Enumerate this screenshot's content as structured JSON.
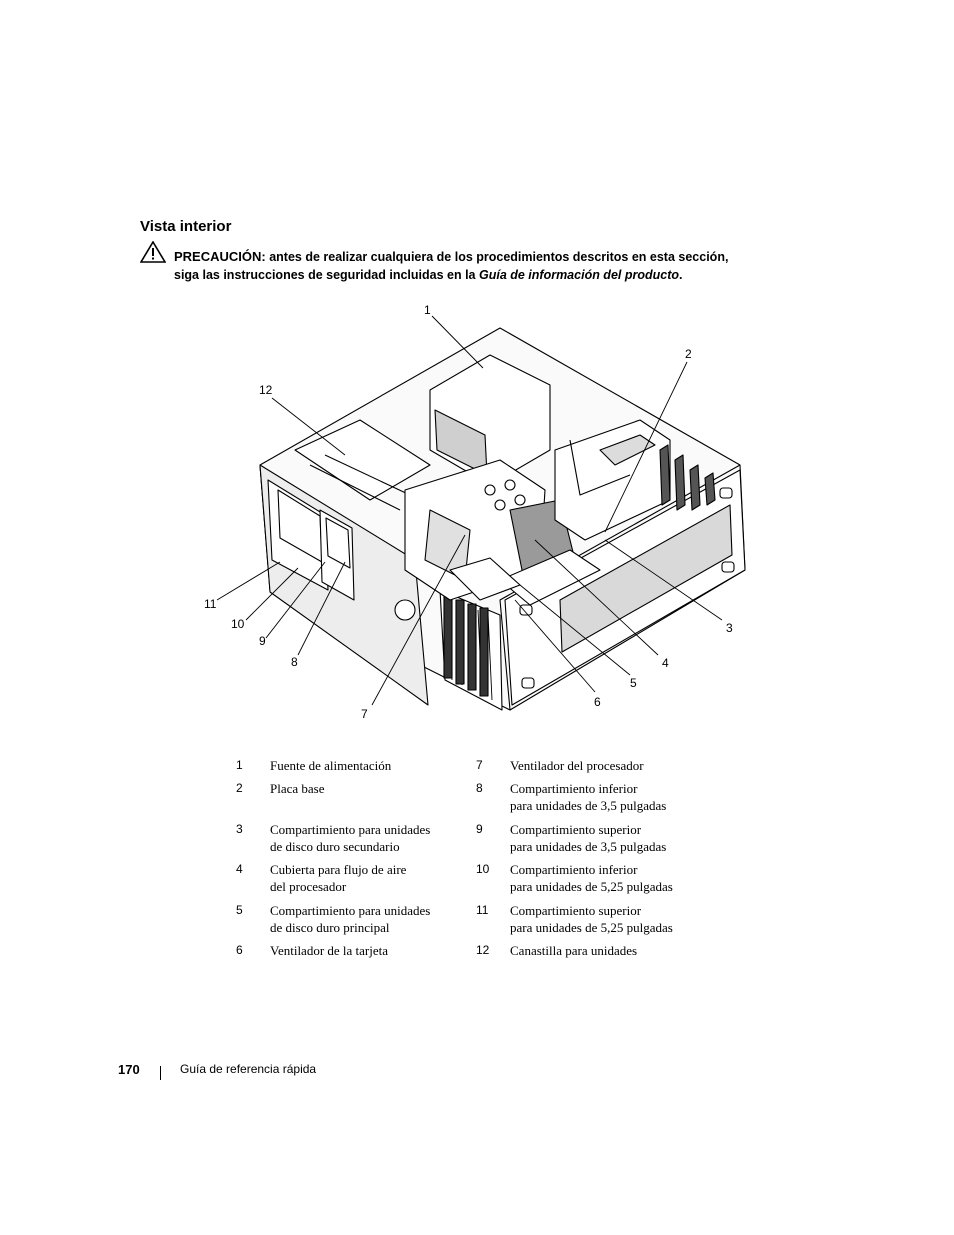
{
  "section_title": "Vista interior",
  "caution": {
    "label": "PRECAUCIÓN:",
    "text_line1": "antes de realizar cualquiera de los procedimientos descritos en esta sección,",
    "text_line2": "siga las instrucciones de seguridad incluidas en la",
    "reference": "Guía de información del producto",
    "end": ".",
    "icon": "warning-triangle-icon"
  },
  "callouts": [
    "1",
    "2",
    "3",
    "4",
    "5",
    "6",
    "7",
    "8",
    "9",
    "10",
    "11",
    "12"
  ],
  "legend": [
    {
      "num": "1",
      "text": "Fuente de alimentación"
    },
    {
      "num": "2",
      "text": "Placa base"
    },
    {
      "num": "3",
      "text": "Compartimiento para unidades\nde disco duro secundario"
    },
    {
      "num": "4",
      "text": "Cubierta para flujo de aire\ndel procesador"
    },
    {
      "num": "5",
      "text": "Compartimiento para unidades\nde disco duro principal"
    },
    {
      "num": "6",
      "text": "Ventilador de la tarjeta"
    },
    {
      "num": "7",
      "text": "Ventilador del procesador"
    },
    {
      "num": "8",
      "text": "Compartimiento inferior\npara unidades de 3,5 pulgadas"
    },
    {
      "num": "9",
      "text": "Compartimiento superior\npara unidades de 3,5 pulgadas"
    },
    {
      "num": "10",
      "text": "Compartimiento inferior\npara unidades de 5,25 pulgadas"
    },
    {
      "num": "11",
      "text": "Compartimiento superior\npara unidades de 5,25 pulgadas"
    },
    {
      "num": "12",
      "text": "Canastilla para unidades"
    }
  ],
  "footer": {
    "page_number": "170",
    "doc_title": "Guía de referencia rápida"
  }
}
